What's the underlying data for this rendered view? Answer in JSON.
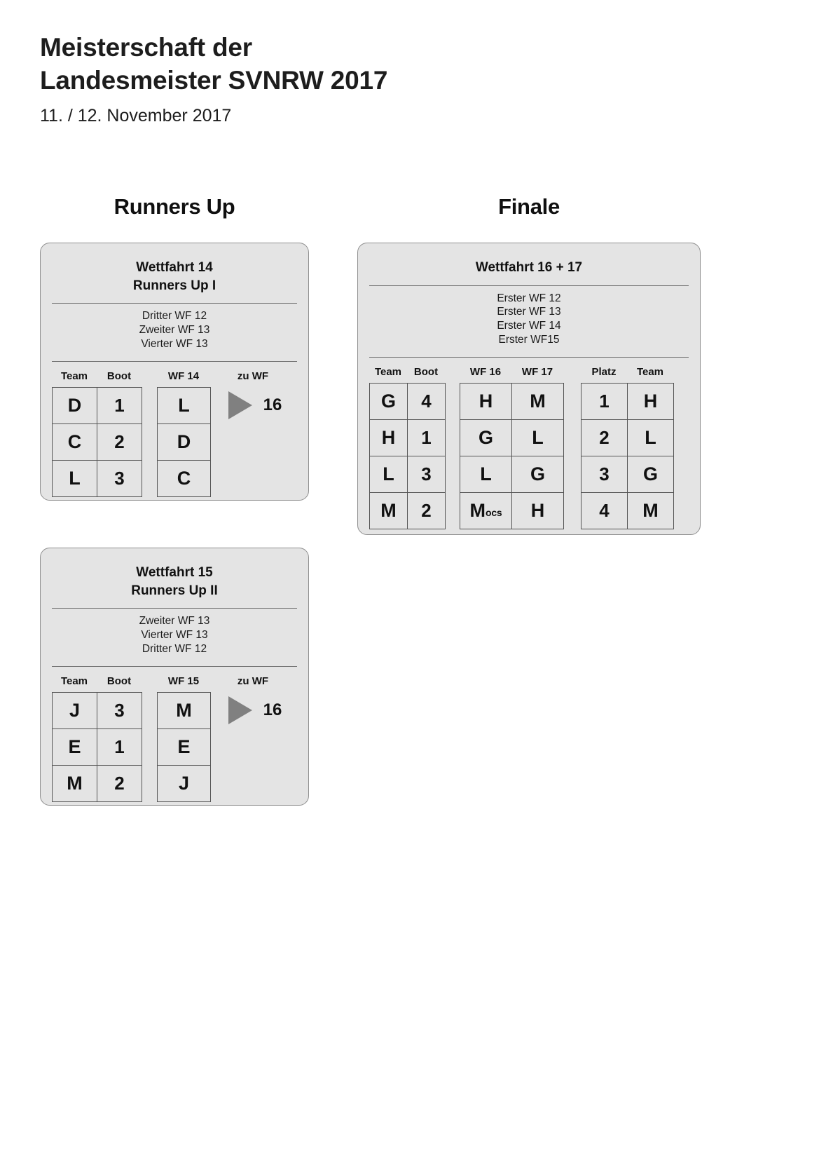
{
  "header": {
    "title": "Meisterschaft der\nLandesmeister SVNRW 2017",
    "date": "11. / 12. November 2017"
  },
  "sections": {
    "runners_up": "Runners Up",
    "finale": "Finale"
  },
  "labels": {
    "team": "Team",
    "boot": "Boot",
    "zu_wf": "zu WF",
    "platz": "Platz",
    "wf14": "WF 14",
    "wf15": "WF 15",
    "wf16": "WF 16",
    "wf17": "WF 17"
  },
  "colors": {
    "card_background": "#e4e4e4",
    "card_border": "#8f8f8f",
    "grid_line": "#555555",
    "arrow": "#808080",
    "text": "#111111"
  },
  "cards": {
    "wf14": {
      "title": "Wettfahrt 14\nRunners Up I",
      "sources": [
        "Dritter WF 12",
        "Zweiter WF 13",
        "Vierter WF 13"
      ],
      "rows": [
        {
          "team": "D",
          "boot": "1",
          "result": "L"
        },
        {
          "team": "C",
          "boot": "2",
          "result": "D"
        },
        {
          "team": "L",
          "boot": "3",
          "result": "C"
        }
      ],
      "advance_to": "16",
      "arrow_icon": "triangle-right-icon"
    },
    "wf15": {
      "title": "Wettfahrt 15\nRunners Up II",
      "sources": [
        "Zweiter WF 13",
        "Vierter WF 13",
        "Dritter WF 12"
      ],
      "rows": [
        {
          "team": "J",
          "boot": "3",
          "result": "M"
        },
        {
          "team": "E",
          "boot": "1",
          "result": "E"
        },
        {
          "team": "M",
          "boot": "2",
          "result": "J"
        }
      ],
      "advance_to": "16",
      "arrow_icon": "triangle-right-icon"
    },
    "finale": {
      "title": "Wettfahrt 16 + 17",
      "sources": [
        "Erster WF 12",
        "Erster WF 13",
        "Erster WF 14",
        "Erster WF15"
      ],
      "rows": [
        {
          "team": "G",
          "boot": "4",
          "wf16": "H",
          "wf16_note": "",
          "wf17": "M"
        },
        {
          "team": "H",
          "boot": "1",
          "wf16": "G",
          "wf16_note": "",
          "wf17": "L"
        },
        {
          "team": "L",
          "boot": "3",
          "wf16": "L",
          "wf16_note": "",
          "wf17": "G"
        },
        {
          "team": "M",
          "boot": "2",
          "wf16": "M",
          "wf16_note": "ocs",
          "wf17": "H"
        }
      ],
      "standings": [
        {
          "platz": "1",
          "team": "H"
        },
        {
          "platz": "2",
          "team": "L"
        },
        {
          "platz": "3",
          "team": "G"
        },
        {
          "platz": "4",
          "team": "M"
        }
      ]
    }
  }
}
